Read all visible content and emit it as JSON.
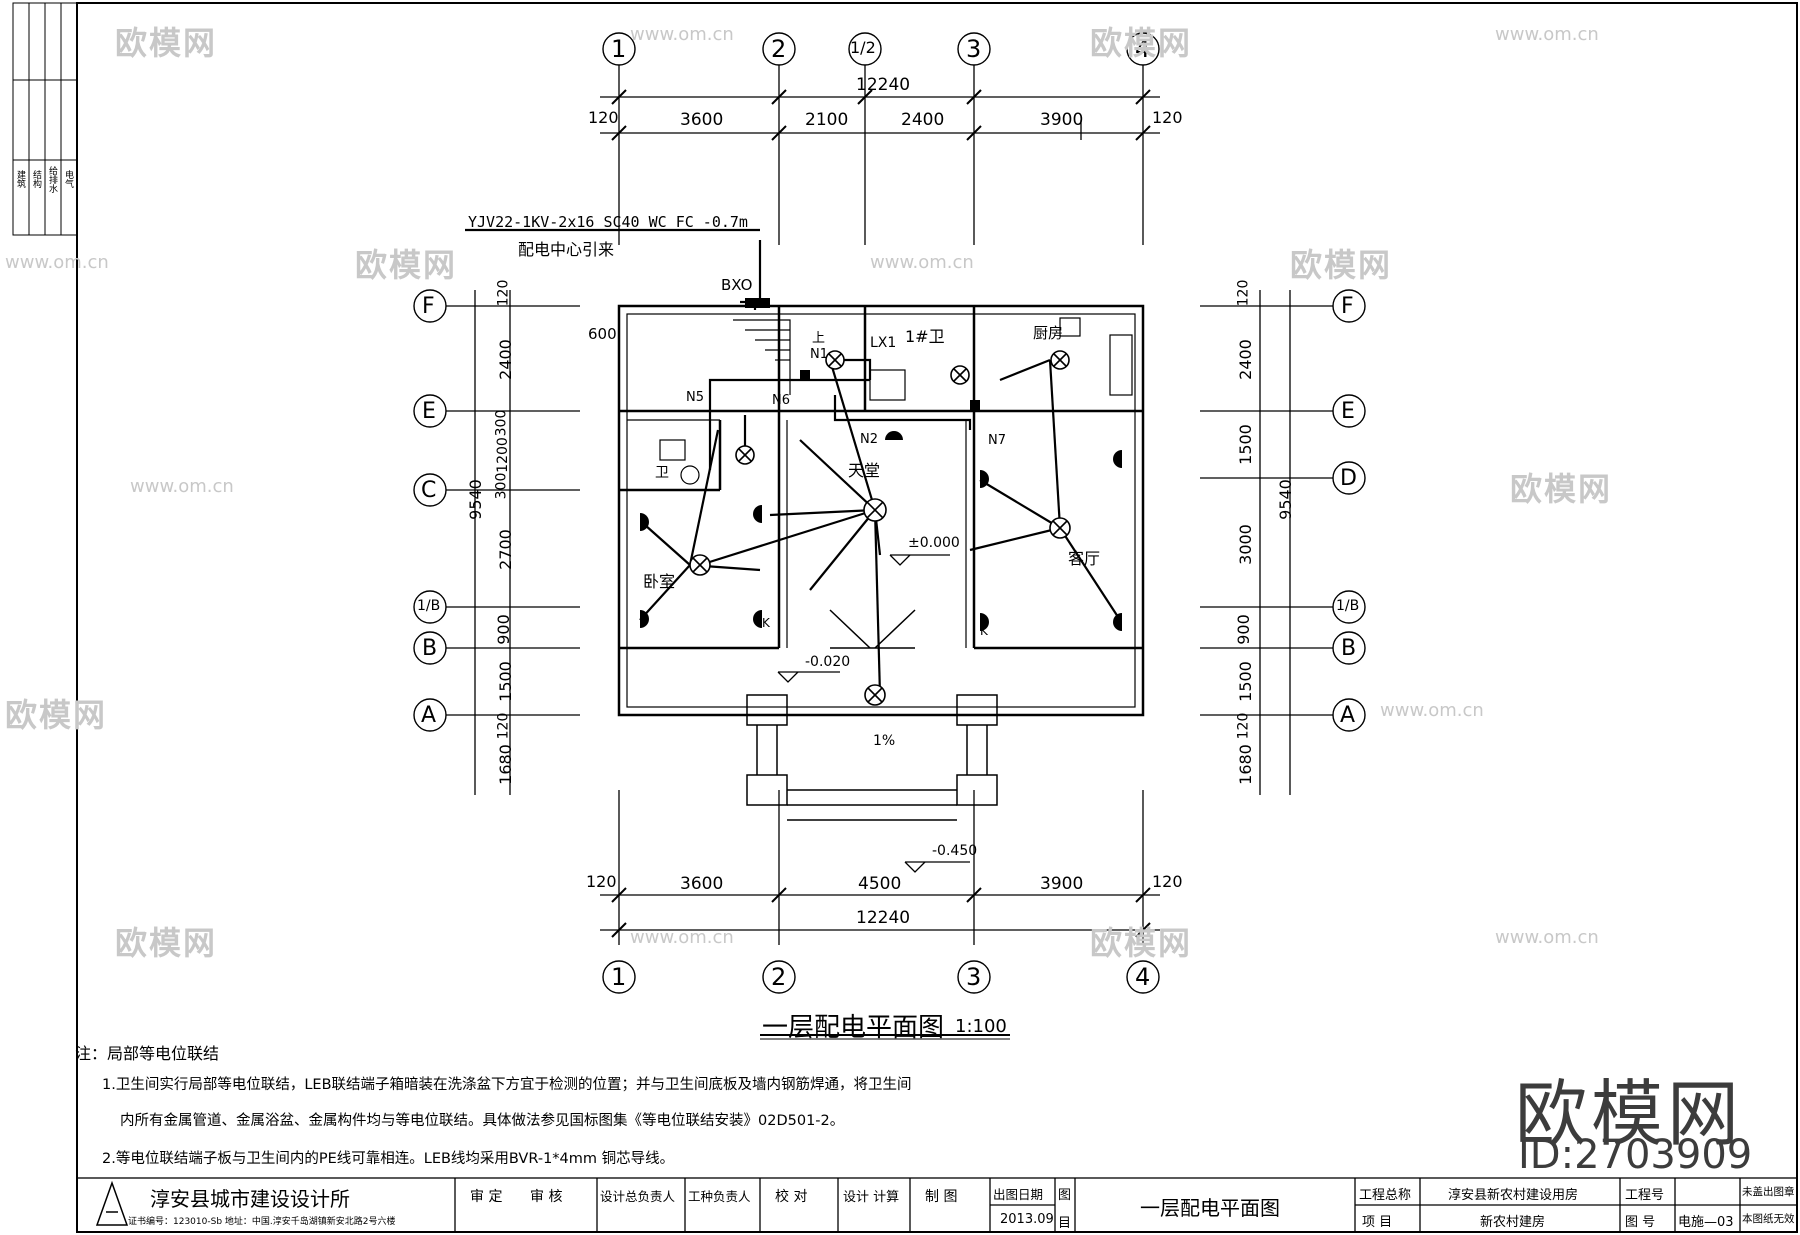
{
  "drawing": {
    "title": "一层配电平面图",
    "scale": "1:100",
    "cable_spec": "YJV22-1KV-2x16 SC40  WC FC -0.7m",
    "cable_source": "配电中心引来",
    "box_label": "BXO",
    "box_ld": "LX1",
    "box_dim": "600",
    "circuits": [
      "N1",
      "N2",
      "N5",
      "N6",
      "N7"
    ],
    "rooms": {
      "wc1": "1#卫",
      "kitchen": "厨房",
      "hall": "天堂",
      "living": "客厅",
      "bedroom": "卧室",
      "toilet": "卫",
      "stair": "上"
    },
    "levels": {
      "floor": "±0.000",
      "porch": "-0.020",
      "ground": "-0.450",
      "slope": "1%"
    },
    "socket_k": "K"
  },
  "axes": {
    "top": [
      "1",
      "2",
      "1/2",
      "3",
      "4"
    ],
    "bottom": [
      "1",
      "2",
      "3",
      "4"
    ],
    "left": [
      "F",
      "E",
      "C",
      "1/B",
      "B",
      "A"
    ],
    "right": [
      "F",
      "E",
      "D",
      "1/B",
      "B",
      "A"
    ]
  },
  "dims": {
    "top_total": "12240",
    "top_segments": [
      "120",
      "3600",
      "2100",
      "2400",
      "3900",
      "120"
    ],
    "bottom_total": "12240",
    "bottom_segments": [
      "120",
      "3600",
      "4500",
      "3900",
      "120"
    ],
    "left_total": "9540",
    "left_segments": [
      "120",
      "2400",
      "300",
      "1200",
      "300",
      "2700",
      "900",
      "1500",
      "120",
      "1680"
    ],
    "right_total": "9540",
    "right_segments": [
      "120",
      "2400",
      "1500",
      "3000",
      "900",
      "1500",
      "120",
      "1680"
    ]
  },
  "notes": {
    "heading": "注：局部等电位联结",
    "line1": "1.卫生间实行局部等电位联结，LEB联结端子箱暗装在洗涤盆下方宜于检测的位置；并与卫生间底板及墙内钢筋焊通，将卫生间",
    "line2": "内所有金属管道、金属浴盆、金属构件均与等电位联结。具体做法参见国标图集《等电位联结安装》02D501-2。",
    "line3": "2.等电位联结端子板与卫生间内的PE线可靠相连。LEB线均采用BVR-1*4mm 铜芯导线。"
  },
  "side_strip": [
    "建筑",
    "结构",
    "给排水",
    "电气"
  ],
  "watermark": {
    "brand": "欧模网",
    "url": "www.om.cn",
    "big": "欧模网",
    "id": "ID:2703909"
  },
  "title_block": {
    "institute": "淳安县城市建设设计所",
    "cert": "证书编号：123010-Sb  地址：中国.淳安千岛湖镇新安北路2号六楼",
    "roles": [
      "审  定",
      "审  核",
      "设计总负责人",
      "工种负责人",
      "校  对",
      "设计 计算",
      "制  图"
    ],
    "date_label": "出图日期",
    "date": "2013.09",
    "tu": "图",
    "mu": "目",
    "drawing_name": "一层配电平面图",
    "project_label": "工程总称",
    "project": "淳安县新农村建设用房",
    "item_label": "项   目",
    "item": "新农村建房",
    "no_label": "工程号",
    "tuhao_label": "图  号",
    "tuhao": "电施—03",
    "stamp1": "未盖出图章",
    "stamp2": "本图纸无效"
  }
}
